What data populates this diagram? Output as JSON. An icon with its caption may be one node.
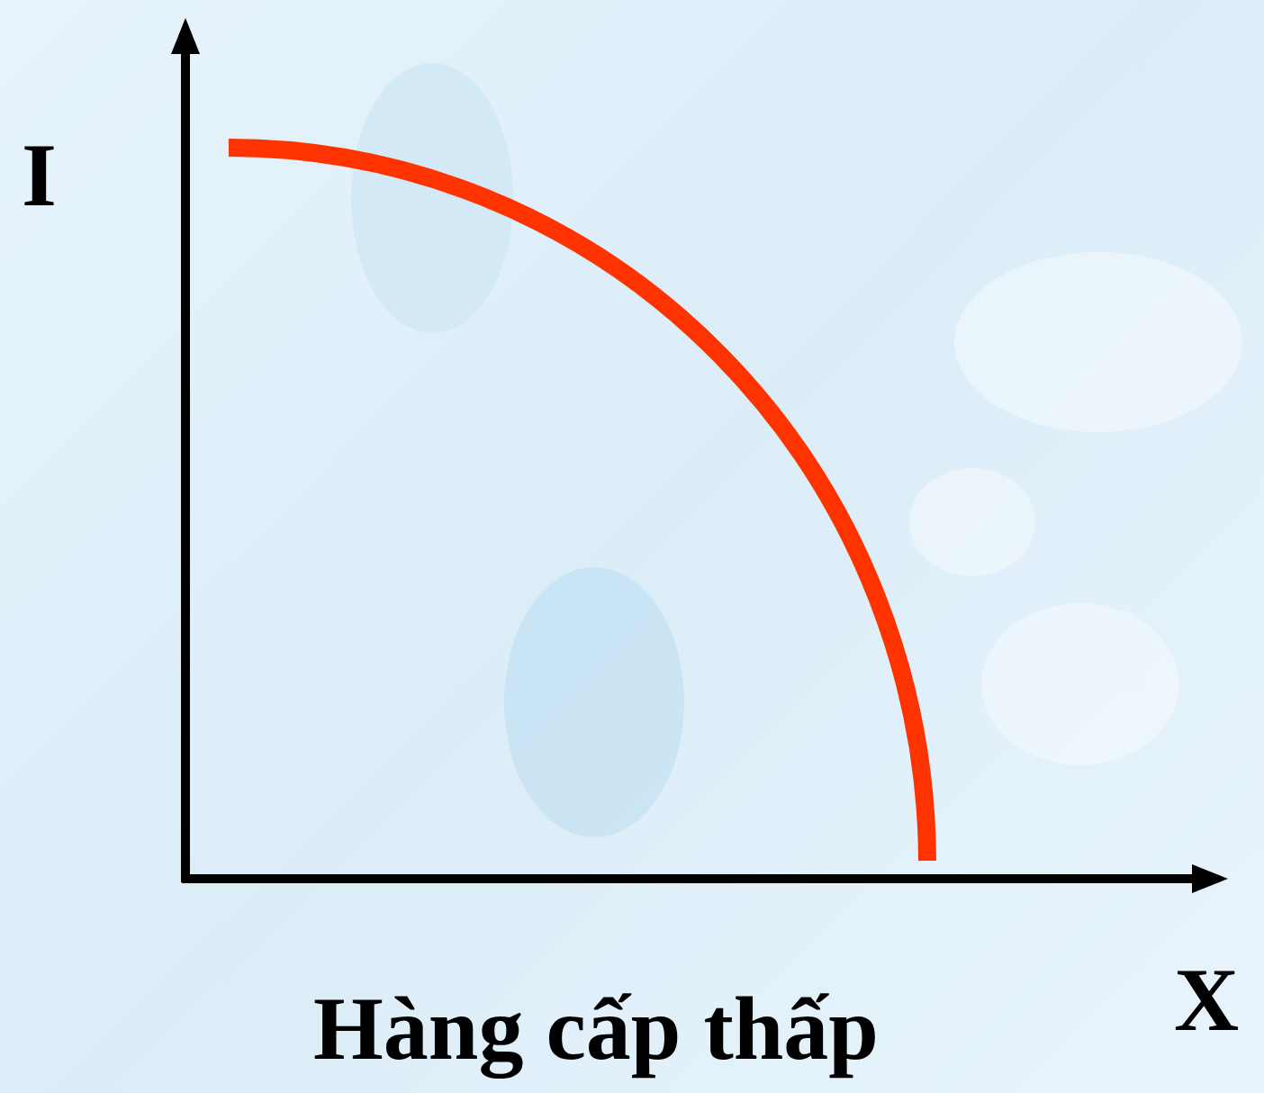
{
  "diagram": {
    "caption": "Hàng cấp thấp",
    "labels": [
      "I",
      "X"
    ]
  }
}
